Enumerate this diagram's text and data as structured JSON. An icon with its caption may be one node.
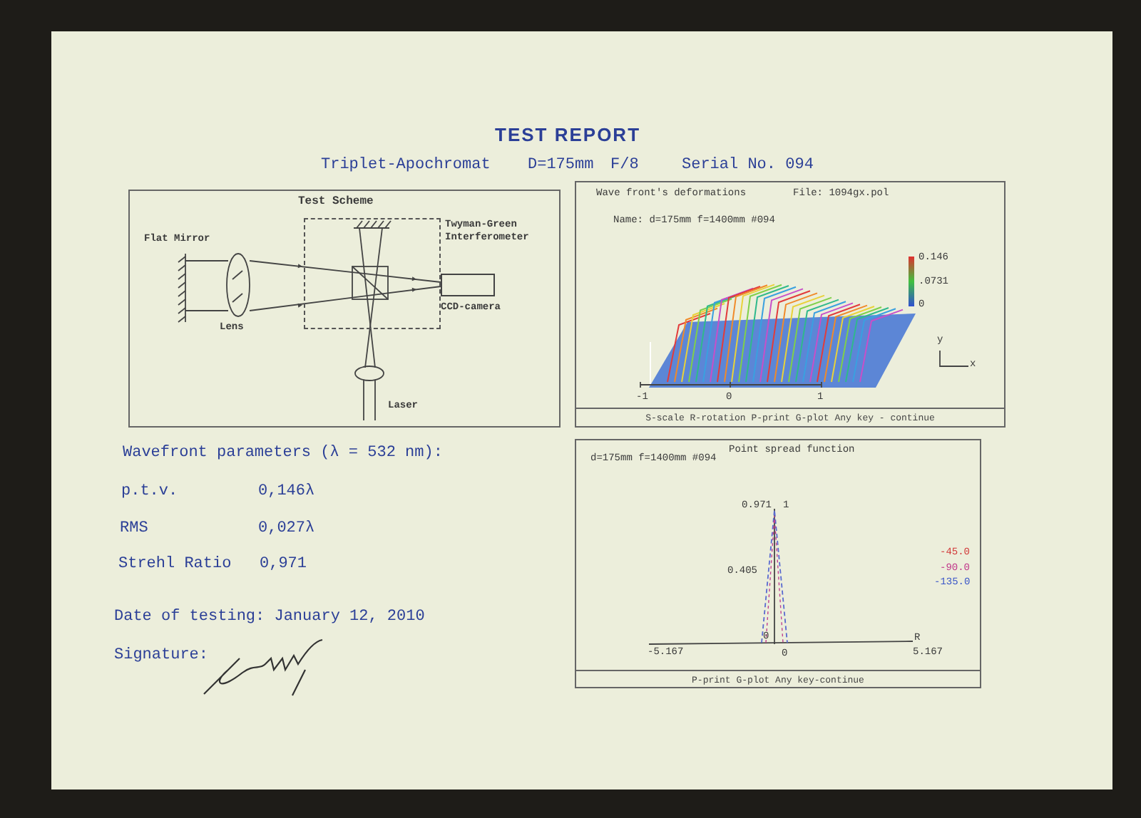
{
  "diagram": {
    "title": "TEST REPORT",
    "nodes": [
      {
        "text": [
          "Test Scheme"
        ]
      },
      {
        "text": [
          "Twyman-Green Interferometer"
        ],
        "in": 0
      },
      {
        "text": [
          "CCD-camera"
        ],
        "in": 0
      },
      {
        "text": [
          "Wave front's deformations",
          "File: 1094gx.pol",
          "Name: d=175mm f=1400mm #094"
        ]
      },
      {
        "text": [
          "S-scale  R-rotation  P-print  G-plot  Any key - continue"
        ],
        "in": 3
      },
      {
        "text": [
          "Point spread function",
          "d=175mm f=1400mm #094"
        ]
      },
      {
        "text": [
          "P-print  G-plot  Any key-continue"
        ],
        "in": 5
      }
    ],
    "edges": [],
    "labels": [
      "Triplet-Apochromat",
      "D=175mm",
      "F/8",
      "Serial No. 094",
      "Flat Mirror",
      "Lens",
      "Laser",
      "0.146",
      ".0731",
      "0",
      "-1",
      "0",
      "1",
      "y",
      "x",
      "0.971",
      "1",
      "0.405",
      "0",
      "-5.167",
      "0",
      "5.167",
      "R",
      "-45.0",
      "-90.0",
      "-135.0",
      "Wavefront parameters (λ = 532 nm):",
      "p.t.v.",
      "0,146λ",
      "RMS",
      "0,027λ",
      "Strehl Ratio",
      "0,971",
      "Date of testing: January 12, 2010",
      "Signature:"
    ]
  }
}
